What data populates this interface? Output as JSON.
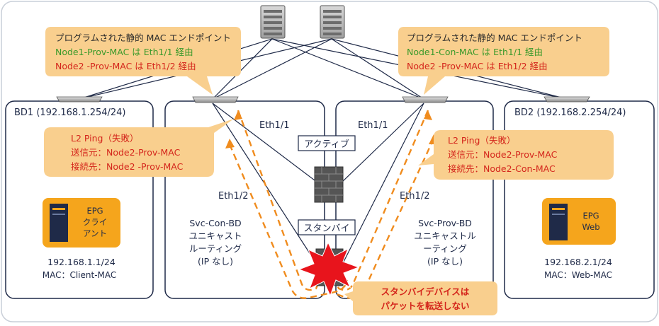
{
  "callouts": {
    "left_top": {
      "title": "プログラムされた静的 MAC エンドポイント",
      "line1": "Node1-Prov-MAC は Eth1/1 経由",
      "line2": "Node2 -Prov-MAC は Eth1/2 経由"
    },
    "right_top": {
      "title": "プログラムされた静的 MAC エンドポイント",
      "line1": "Node1-Con-MAC は Eth1/1 経由",
      "line2": "Node2 -Prov-MAC は Eth1/2 経由"
    },
    "left_ping": {
      "title": "L2 Ping（失敗）",
      "line1": "送信元：Node2-Prov-MAC",
      "line2": "接続先：Node2 -Prov-MAC"
    },
    "right_ping": {
      "title": "L2 Ping（失敗）",
      "line1": "送信元：Node2-Prov-MAC",
      "line2": "接続先：Node2-Con-MAC"
    },
    "standby_note": {
      "line1": "スタンバイデバイスは",
      "line2": "パケットを転送しない"
    }
  },
  "bd1": {
    "title": "BD1 (192.168.1.254/24)",
    "epg_line1": "EPG",
    "epg_line2": "クライ",
    "epg_line3": "アント",
    "ip": "192.168.1.1/24",
    "mac": "MAC：Client-MAC"
  },
  "bd2": {
    "title": "BD2 (192.168.2.254/24)",
    "epg_line1": "EPG",
    "epg_line2": "Web",
    "ip": "192.168.2.1/24",
    "mac": "MAC：Web-MAC"
  },
  "svc_con": {
    "line1": "Svc-Con-BD",
    "line2": "ユニキャスト",
    "line3": "ルーティング",
    "line4": "(IP なし)"
  },
  "svc_prov": {
    "line1": "Svc-Prov-BD",
    "line2": "ユニキャストル",
    "line3": "ーティング",
    "line4": "(IP なし)"
  },
  "ports": {
    "left_eth1": "Eth1/1",
    "left_eth2": "Eth1/2",
    "right_eth1": "Eth1/1",
    "right_eth2": "Eth1/2"
  },
  "labels": {
    "active": "アクティブ",
    "standby": "スタンバイ"
  },
  "colors": {
    "callout_fill": "#f9cf8e",
    "green_text": "#3a9a2a",
    "red_text": "#d4261c",
    "dashed_path": "#f08c1e",
    "burst": "#e8141c",
    "epg_fill": "#f5a51c",
    "line": "#1f2a48"
  }
}
